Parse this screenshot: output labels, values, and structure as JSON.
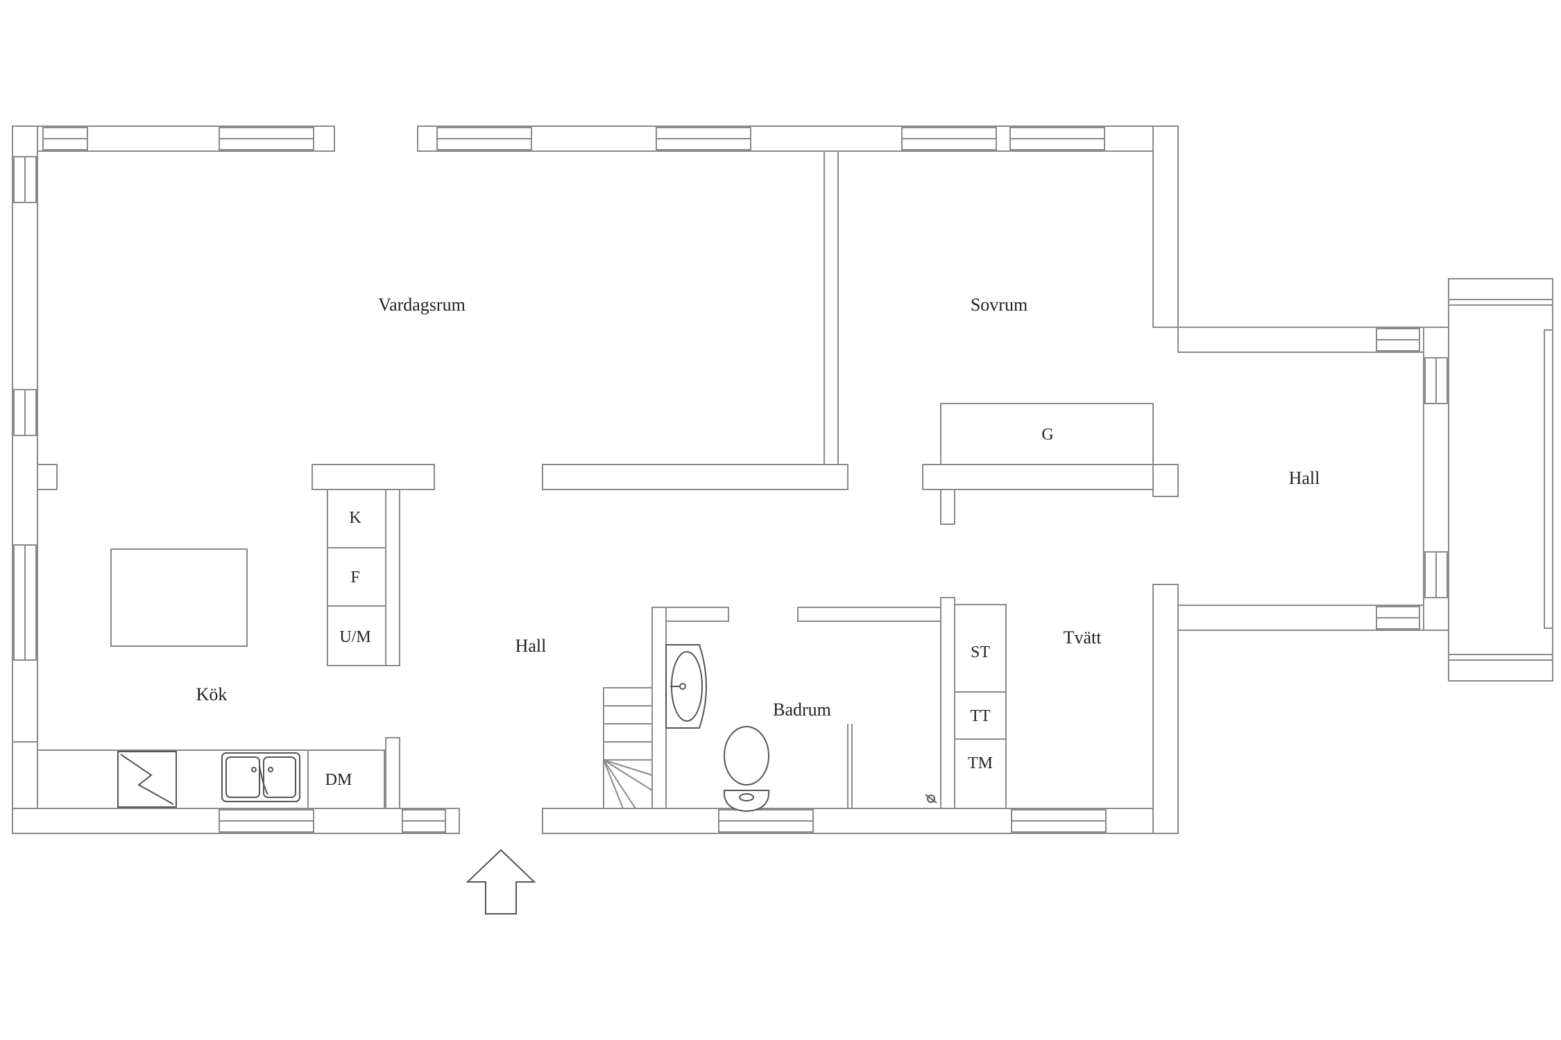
{
  "rooms": {
    "vardagsrum": "Vardagsrum",
    "sovrum": "Sovrum",
    "hall_east": "Hall",
    "hall_center": "Hall",
    "kok": "Kök",
    "badrum": "Badrum",
    "tvatt": "Tvätt"
  },
  "fixtures": {
    "g": "G",
    "k": "K",
    "f": "F",
    "um": "U/M",
    "dm": "DM",
    "st": "ST",
    "tt": "TT",
    "tm": "TM"
  },
  "colors": {
    "wall_line": "#8a8a8a",
    "text": "#222222"
  }
}
